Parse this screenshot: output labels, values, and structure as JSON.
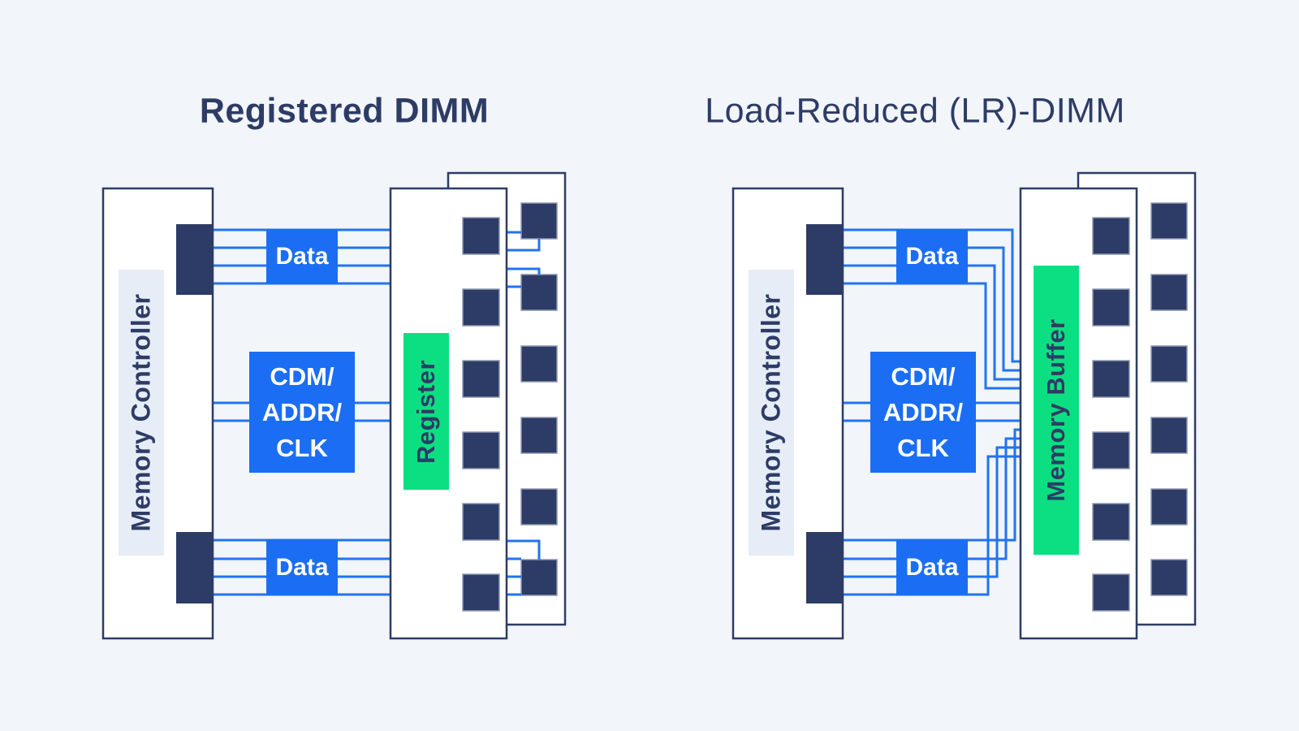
{
  "colors": {
    "background": "#f2f5f9",
    "navy": "#2d3c66",
    "blue": "#1b6ef3",
    "line_blue": "#2273f0",
    "green": "#0cdf82",
    "label_strip": "#e6edf7",
    "board_fill": "#ffffff"
  },
  "diagrams": [
    {
      "title": "Registered DIMM",
      "memory_controller_label": "Memory Controller",
      "data_top_label": "Data",
      "data_bottom_label": "Data",
      "bus_box_lines": [
        "CDM/",
        "ADDR/",
        "CLK"
      ],
      "chip_buffer_label": "Register"
    },
    {
      "title": "Load-Reduced (LR)-DIMM",
      "memory_controller_label": "Memory Controller",
      "data_top_label": "Data",
      "data_bottom_label": "Data",
      "bus_box_lines": [
        "CDM/",
        "ADDR/",
        "CLK"
      ],
      "chip_buffer_label": "Memory Buffer"
    }
  ]
}
